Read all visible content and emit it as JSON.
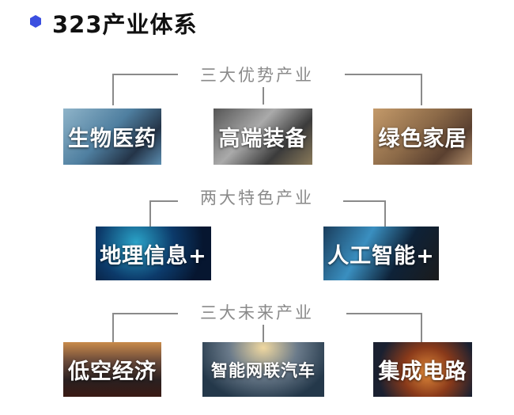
{
  "title": "323产业体系",
  "groups": [
    {
      "label": "三大优势产业",
      "items": [
        "生物医药",
        "高端装备",
        "绿色家居"
      ]
    },
    {
      "label": "两大特色产业",
      "items": [
        "地理信息+",
        "人工智能+"
      ]
    },
    {
      "label": "三大未来产业",
      "items": [
        "低空经济",
        "智能网联汽车",
        "集成电路"
      ]
    }
  ],
  "colors": {
    "accent": "#3b4fe0",
    "connector": "#8a8a8a"
  }
}
